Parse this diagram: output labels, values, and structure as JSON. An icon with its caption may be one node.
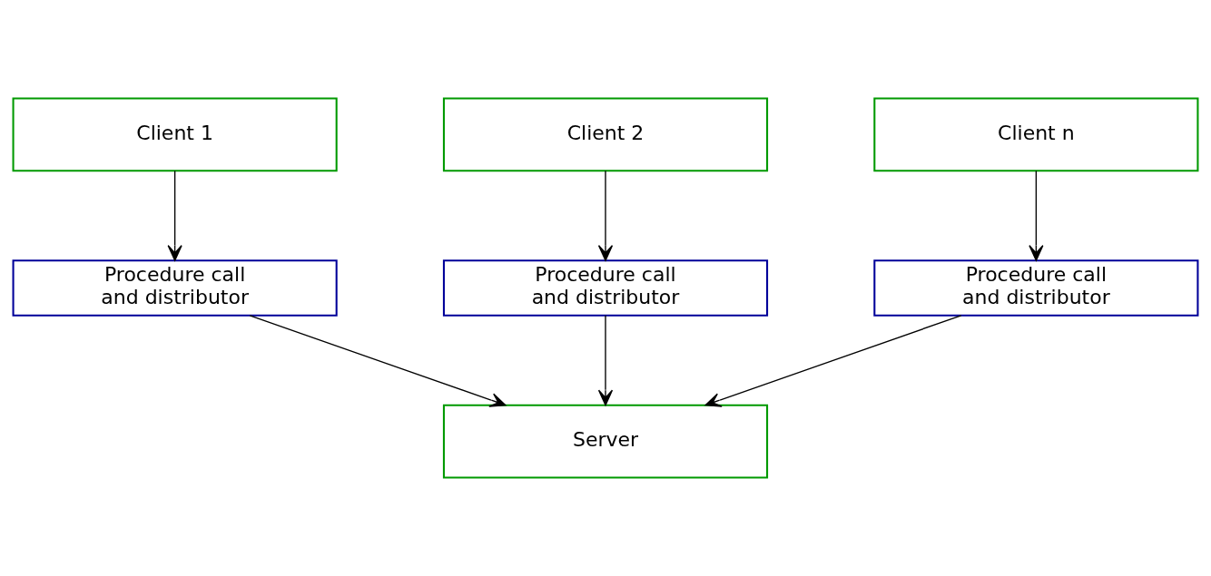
{
  "diagram": {
    "nodes": [
      {
        "text": [
          "Client 1"
        ]
      },
      {
        "text": [
          "Client 2"
        ]
      },
      {
        "text": [
          "Client n"
        ]
      },
      {
        "text": [
          "Procedure call and distributor"
        ]
      },
      {
        "text": [
          "Procedure call and distributor"
        ]
      },
      {
        "text": [
          "Procedure call and distributor"
        ]
      },
      {
        "text": [
          "Server"
        ]
      }
    ],
    "edges": [
      {
        "from": 0,
        "to": 3,
        "arrow": "to"
      },
      {
        "from": 1,
        "to": 4,
        "arrow": "to"
      },
      {
        "from": 2,
        "to": 5,
        "arrow": "to"
      },
      {
        "from": 3,
        "to": 6,
        "arrow": "to"
      },
      {
        "from": 4,
        "to": 6,
        "arrow": "to"
      },
      {
        "from": 5,
        "to": 6,
        "arrow": "to"
      }
    ]
  }
}
